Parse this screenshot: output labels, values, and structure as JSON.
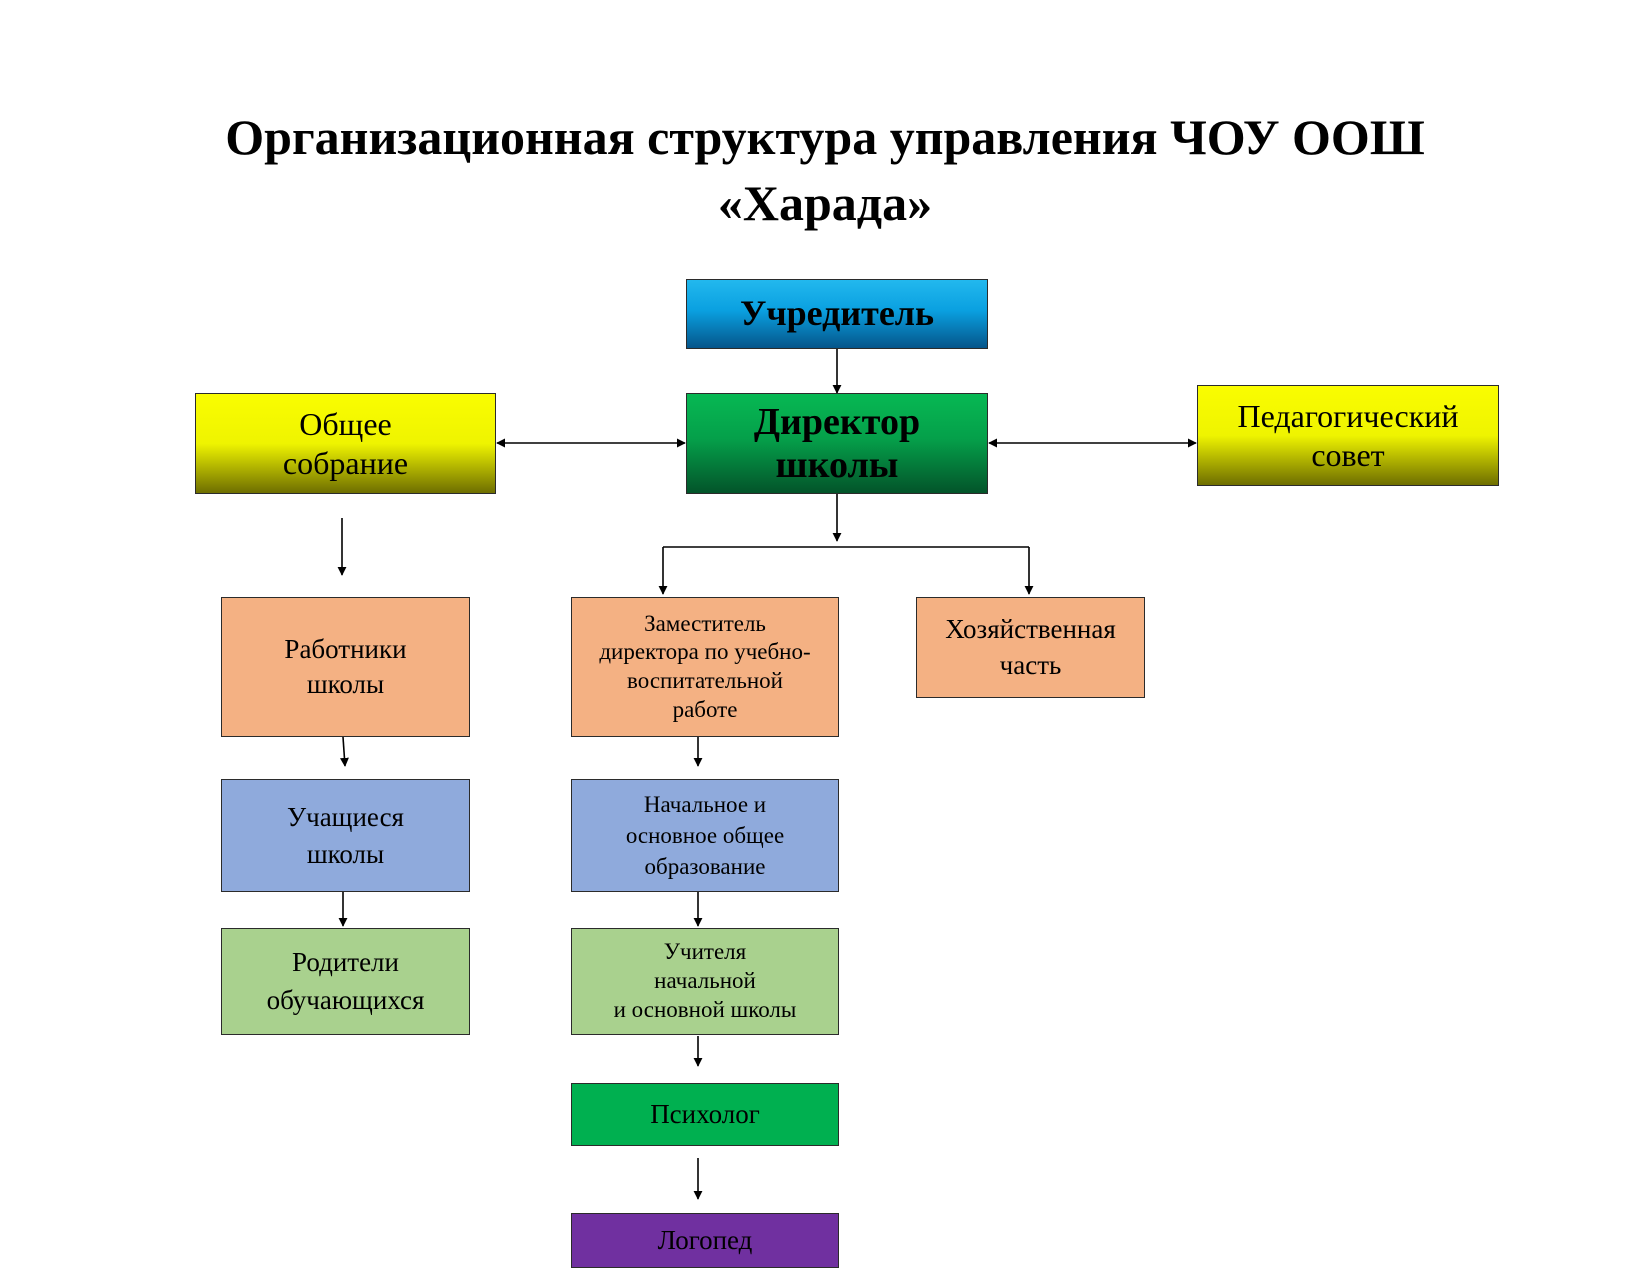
{
  "title": {
    "line1": "Организационная структура управления ЧОУ ООШ",
    "line2": "«Харада»"
  },
  "boxes": {
    "founder": {
      "lines": [
        "Учредитель"
      ],
      "color": "#0aa0e0"
    },
    "director": {
      "lines": [
        "Директор",
        "школы"
      ],
      "color": "#05a04a"
    },
    "general_meeting": {
      "lines": [
        "Общее",
        "собрание"
      ],
      "color": "#eff400"
    },
    "ped_council": {
      "lines": [
        "Педагогический",
        "совет"
      ],
      "color": "#eff400"
    },
    "school_workers": {
      "lines": [
        "Работники",
        "школы"
      ],
      "color": "#f4b183"
    },
    "deputy_director": {
      "lines": [
        "Заместитель",
        "директора по учебно-",
        "воспитательной",
        "работе"
      ],
      "color": "#f4b183"
    },
    "household": {
      "lines": [
        "Хозяйственная",
        "часть"
      ],
      "color": "#f4b183"
    },
    "students": {
      "lines": [
        "Учащиеся",
        "школы"
      ],
      "color": "#8faadc"
    },
    "primary_education": {
      "lines": [
        "Начальное и",
        "основное общее",
        "образование"
      ],
      "color": "#8faadc"
    },
    "parents": {
      "lines": [
        "Родители",
        "обучающихся"
      ],
      "color": "#a9d18e"
    },
    "teachers": {
      "lines": [
        "Учителя",
        "начальной",
        "и основной школы"
      ],
      "color": "#a9d18e"
    },
    "psychologist": {
      "lines": [
        "Психолог"
      ],
      "color": "#00b050"
    },
    "speech_therapist": {
      "lines": [
        "Логопед"
      ],
      "color": "#7030a0"
    }
  }
}
